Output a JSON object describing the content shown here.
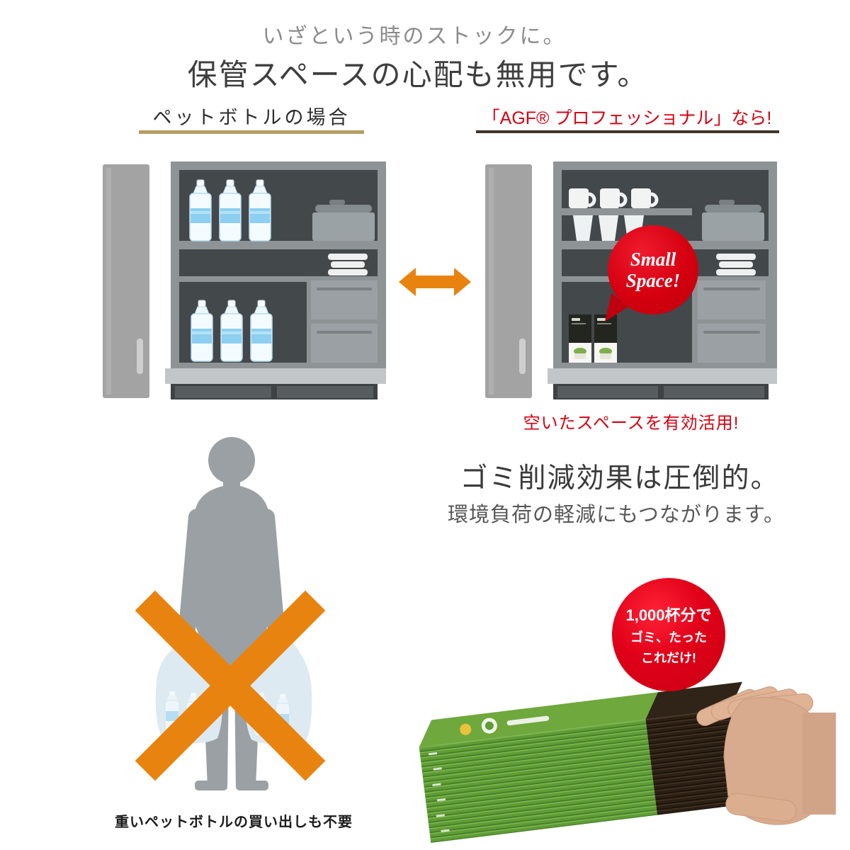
{
  "header": {
    "subtitle": "いざという時のストックに。",
    "title": "保管スペースの心配も無用です。"
  },
  "comparison": {
    "left_label": "ペットボトルの場合",
    "right_label": "「AGF® プロフェッショナル」なら!",
    "bubble": {
      "line1": "Small",
      "line2": "Space!"
    },
    "right_caption": "空いたスペースを有効活用!"
  },
  "eco": {
    "title": "ゴミ削減効果は圧倒的。",
    "subtitle": "環境負荷の軽減にもつながります。",
    "badge": {
      "line1": "1,000杯分で",
      "line2": "ゴミ、たった",
      "line3": "これだけ!"
    }
  },
  "person_caption": "重いペットボトルの買い出しも不要",
  "icons": {
    "swap_arrow": "double-horizontal-arrow",
    "x_mark": "orange-cross",
    "bubble": "red-speech-balloon",
    "badge": "red-circle-badge"
  },
  "colors": {
    "accent_red": "#d70010",
    "accent_orange": "#e8830f",
    "underline_tan": "#b59c63",
    "underline_dark": "#40342a",
    "silhouette_gray": "#9aa0a3",
    "bottle_blue": "#8dcff0",
    "stack_green": "#5f9d34",
    "stack_dark": "#2b2013"
  }
}
